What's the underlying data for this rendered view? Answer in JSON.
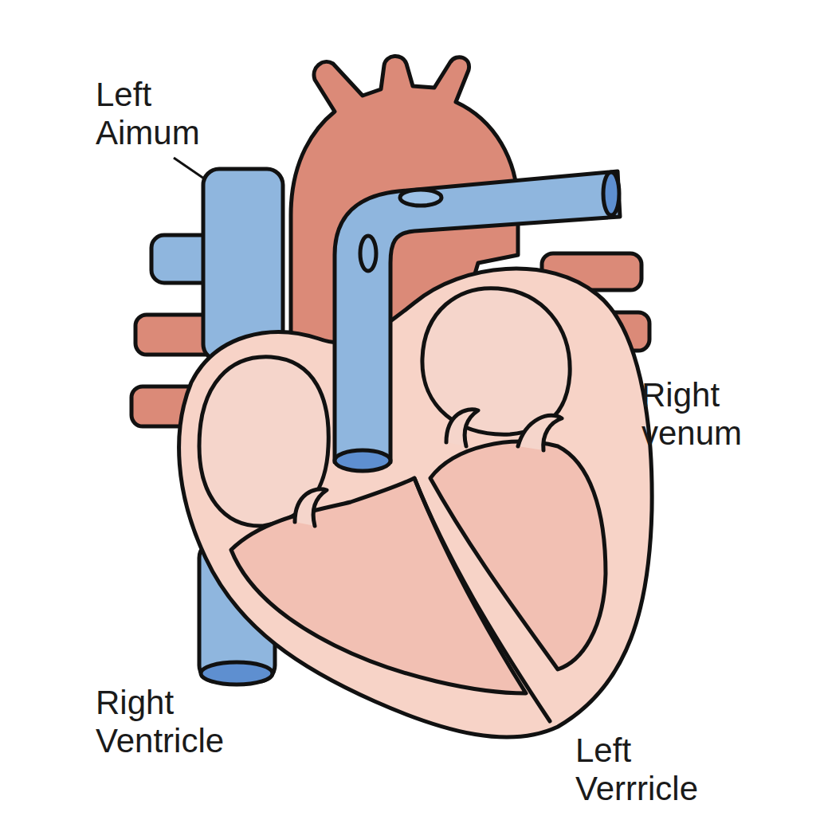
{
  "diagram": {
    "labels": [
      "Left Aimum",
      "Right venum",
      "Right Ventricle",
      "Left Verrricle"
    ]
  }
}
